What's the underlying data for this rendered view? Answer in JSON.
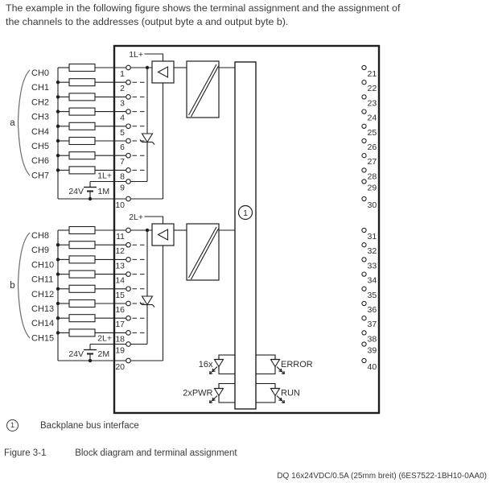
{
  "intro": {
    "line1": "The example in the following figure shows the terminal assignment and the assignment of",
    "line2": "the channels to the addresses (output byte a and output byte b)."
  },
  "diagram": {
    "groups": [
      {
        "brace_label": "a",
        "channels": [
          "CH0",
          "CH1",
          "CH2",
          "CH3",
          "CH4",
          "CH5",
          "CH6",
          "CH7"
        ],
        "terminals": [
          "1",
          "2",
          "3",
          "4",
          "5",
          "6",
          "7",
          "8",
          "9",
          "10"
        ],
        "supply_voltage": "24V",
        "l_plus_label": "1L+",
        "m_label": "1M",
        "internal_l_plus_label": "1L+"
      },
      {
        "brace_label": "b",
        "channels": [
          "CH8",
          "CH9",
          "CH10",
          "CH11",
          "CH12",
          "CH13",
          "CH14",
          "CH15"
        ],
        "terminals": [
          "11",
          "12",
          "13",
          "14",
          "15",
          "16",
          "17",
          "18",
          "19",
          "20"
        ],
        "supply_voltage": "24V",
        "l_plus_label": "2L+",
        "m_label": "2M",
        "internal_l_plus_label": "2L+"
      }
    ],
    "right_terminals": [
      "21",
      "22",
      "23",
      "24",
      "25",
      "26",
      "27",
      "28",
      "29",
      "30",
      "31",
      "32",
      "33",
      "34",
      "35",
      "36",
      "37",
      "38",
      "39",
      "40"
    ],
    "backplane_ref": "1",
    "leds": {
      "top_left": "16x",
      "top_right": "ERROR",
      "bottom_left": "2xPWR",
      "bottom_right": "RUN"
    }
  },
  "legend": {
    "ref": "1",
    "text": "Backplane bus interface"
  },
  "caption": {
    "label": "Figure 3-1",
    "text": "Block diagram and terminal assignment"
  },
  "module_footer": "DQ 16x24VDC/0.5A (25mm breit) (6ES7522-1BH10-0AA0)"
}
